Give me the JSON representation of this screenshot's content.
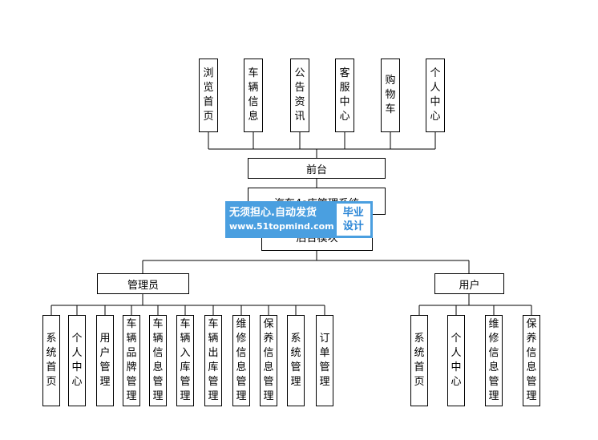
{
  "frontend": {
    "modules": [
      "浏览首页",
      "车辆信息",
      "公告资讯",
      "客服中心",
      "购物车",
      "个人中心"
    ],
    "label": "前台"
  },
  "system": {
    "label": "汽车4s店管理系统"
  },
  "backend": {
    "label": "后台模块"
  },
  "admin": {
    "label": "管理员",
    "modules": [
      "系统首页",
      "个人中心",
      "用户管理",
      "车辆品牌管理",
      "车辆信息管理",
      "车辆入库管理",
      "车辆出库管理",
      "维修信息管理",
      "保养信息管理",
      "系统管理",
      "订单管理"
    ]
  },
  "user": {
    "label": "用户",
    "modules": [
      "系统首页",
      "个人中心",
      "维修信息管理",
      "保养信息管理"
    ]
  },
  "watermark": {
    "line1": "无须担心.自动发货",
    "line2": "www.51topmind.com",
    "badge_line1": "毕业",
    "badge_line2": "设计"
  }
}
